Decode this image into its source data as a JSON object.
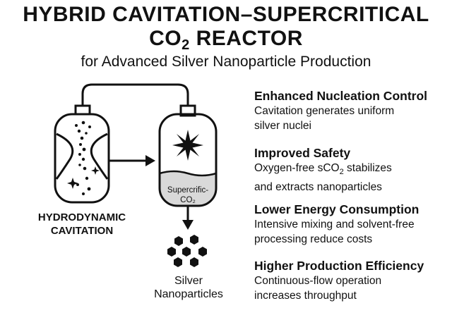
{
  "title": {
    "line1": "HYBRID CAVITATION–SUPERCRITICAL",
    "line2_prefix": "CO",
    "line2_subscript": "2",
    "line2_suffix": " REACTOR",
    "subtitle": "for Advanced Silver Nanoparticle Production"
  },
  "diagram": {
    "cavitation_label_line1": "HYDRODYNAMIC",
    "cavitation_label_line2": "CAVITATION",
    "reactor_label_line1": "Supercrific-",
    "reactor_label_line2": "CO₂",
    "product_label_line1": "Silver",
    "product_label_line2": "Nanoparticles"
  },
  "benefits": [
    {
      "heading": "Enhanced Nucleation Control",
      "desc_line1": "Cavitation generates uniform",
      "desc_line2": "silver nuclei"
    },
    {
      "heading": "Improved Safety",
      "desc_line1_prefix": "Oxygen-free sCO",
      "desc_line1_sub": "2",
      "desc_line1_suffix": " stabilizes",
      "desc_line2": "and extracts nanoparticles"
    },
    {
      "heading": "Lower Energy Consumption",
      "desc_line1": "Intensive mixing and solvent-free",
      "desc_line2": "processing reduce costs"
    },
    {
      "heading": "Higher Production Efficiency",
      "desc_line1": "Continuous-flow operation",
      "desc_line2": "increases throughput"
    }
  ]
}
